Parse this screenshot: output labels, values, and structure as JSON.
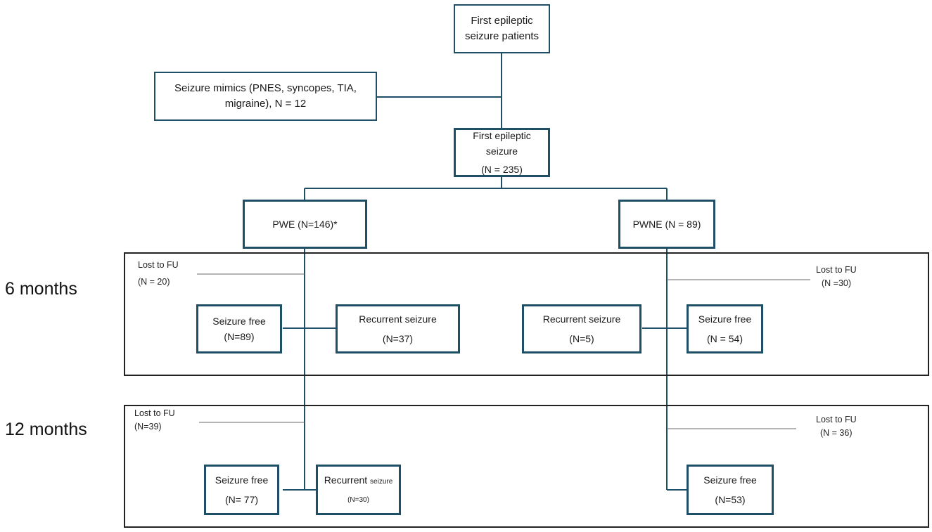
{
  "nodes": {
    "first_patients": {
      "line1": "First epileptic",
      "line2": "seizure patients"
    },
    "mimics": {
      "line1": "Seizure mimics (PNES, syncopes, TIA,",
      "line2": "migraine), N = 12"
    },
    "first_seizure": {
      "line1": "First epileptic",
      "line2": "seizure",
      "line3": "(N = 235)"
    },
    "pwe": {
      "label": "PWE (N=146)*"
    },
    "pwne": {
      "label": "PWNE (N = 89)"
    },
    "m6_pwe_free": {
      "label": "Seizure free",
      "count": "(N=89)"
    },
    "m6_pwe_recurrent": {
      "label": "Recurrent seizure",
      "count": "(N=37)"
    },
    "m6_pwne_recurrent": {
      "label": "Recurrent seizure",
      "count": "(N=5)"
    },
    "m6_pwne_free": {
      "label": "Seizure free",
      "count": "(N = 54)"
    },
    "m12_pwe_free": {
      "label": "Seizure free",
      "count": "(N= 77)"
    },
    "m12_pwe_recurrent": {
      "label_main": "Recurrent",
      "label_small": "seizure",
      "count": "(N=30)"
    },
    "m12_pwne_free": {
      "label": "Seizure free",
      "count": "(N=53)"
    }
  },
  "lost": {
    "m6_left": {
      "label": "Lost to FU",
      "count": "(N = 20)"
    },
    "m6_right": {
      "label": "Lost to FU",
      "count": "(N =30)"
    },
    "m12_left": {
      "label": "Lost to FU",
      "count": "(N=39)"
    },
    "m12_right": {
      "label": "Lost to FU",
      "count": "(N = 36)"
    }
  },
  "periods": {
    "six": "6 months",
    "twelve": "12 months"
  },
  "colors": {
    "box_border": "#1f4e67",
    "panel_border": "#222222",
    "thin_line": "#6a6a6a"
  }
}
